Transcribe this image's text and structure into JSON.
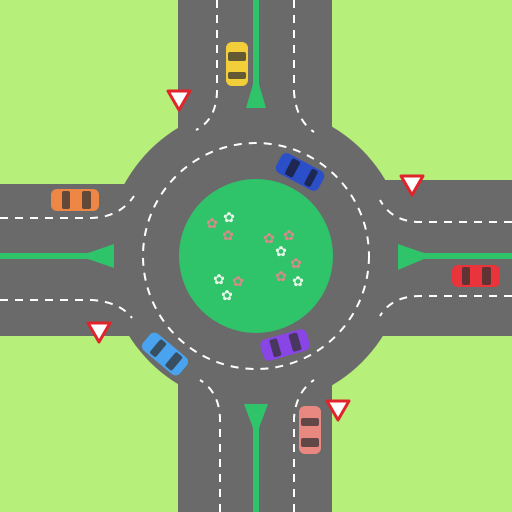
{
  "scene": {
    "kind": "roundabout-intersection",
    "colors": {
      "grass": "#b6f07a",
      "road": "#6a6a6a",
      "road_edge": "#585858",
      "lane_marking": "#ffffff",
      "central_island": "#2fc36a",
      "median": "#2fc36a",
      "yield_sign_border": "#e0242b",
      "yield_sign_fill": "#ffffff",
      "flower_pink": "#d98a8a",
      "flower_white": "#e9f5e9"
    },
    "yield_signs": [
      {
        "name": "yield-sign-north",
        "approach": "north"
      },
      {
        "name": "yield-sign-east",
        "approach": "east"
      },
      {
        "name": "yield-sign-south",
        "approach": "south"
      },
      {
        "name": "yield-sign-west",
        "approach": "west"
      }
    ],
    "cars": [
      {
        "name": "car-yellow",
        "color": "#f2cf3a",
        "location": "north-approach"
      },
      {
        "name": "car-blue-navy",
        "color": "#2a4fc9",
        "location": "roundabout-north-east"
      },
      {
        "name": "car-orange",
        "color": "#ee8746",
        "location": "west-approach"
      },
      {
        "name": "car-red",
        "color": "#e8343a",
        "location": "east-approach"
      },
      {
        "name": "car-light-blue",
        "color": "#4aa3ee",
        "location": "roundabout-exit-south-west"
      },
      {
        "name": "car-purple",
        "color": "#8a45e6",
        "location": "roundabout-south"
      },
      {
        "name": "car-pink",
        "color": "#e98880",
        "location": "south-approach"
      }
    ]
  }
}
